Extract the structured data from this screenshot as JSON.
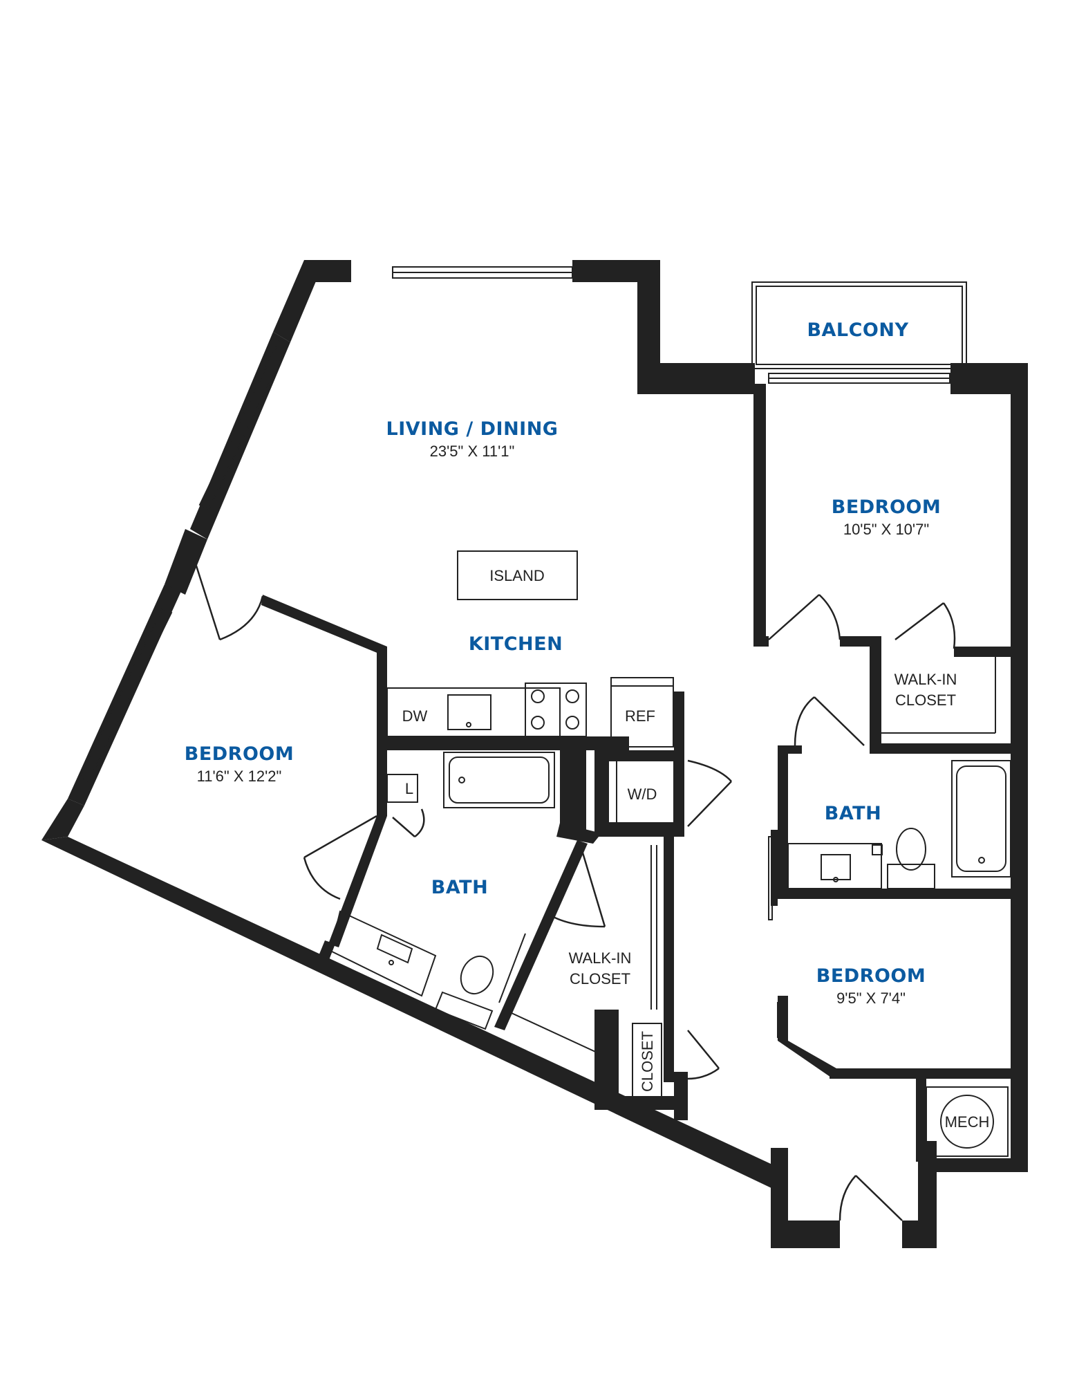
{
  "colors": {
    "wall": "#222222",
    "room_name": "#0b5aa0",
    "label": "#222222",
    "background": "#ffffff"
  },
  "rooms": {
    "living_dining": {
      "name": "LIVING / DINING",
      "dims": "23'5\" X 11'1\""
    },
    "kitchen": {
      "name": "KITCHEN"
    },
    "balcony": {
      "name": "BALCONY"
    },
    "bedroom_left": {
      "name": "BEDROOM",
      "dims": "11'6\" X 12'2\""
    },
    "bedroom_upper_right": {
      "name": "BEDROOM",
      "dims": "10'5\" X 10'7\""
    },
    "bedroom_lower_right": {
      "name": "BEDROOM",
      "dims": "9'5\" X 7'4\""
    },
    "bath_center": {
      "name": "BATH"
    },
    "bath_right": {
      "name": "BATH"
    }
  },
  "labels": {
    "island": "ISLAND",
    "dishwasher": "DW",
    "refrigerator": "REF",
    "washer_dryer": "W/D",
    "linen": "L",
    "walk_in_closet_center_line1": "WALK-IN",
    "walk_in_closet_center_line2": "CLOSET",
    "walk_in_closet_right_line1": "WALK-IN",
    "walk_in_closet_right_line2": "CLOSET",
    "closet": "CLOSET",
    "mech": "MECH"
  }
}
